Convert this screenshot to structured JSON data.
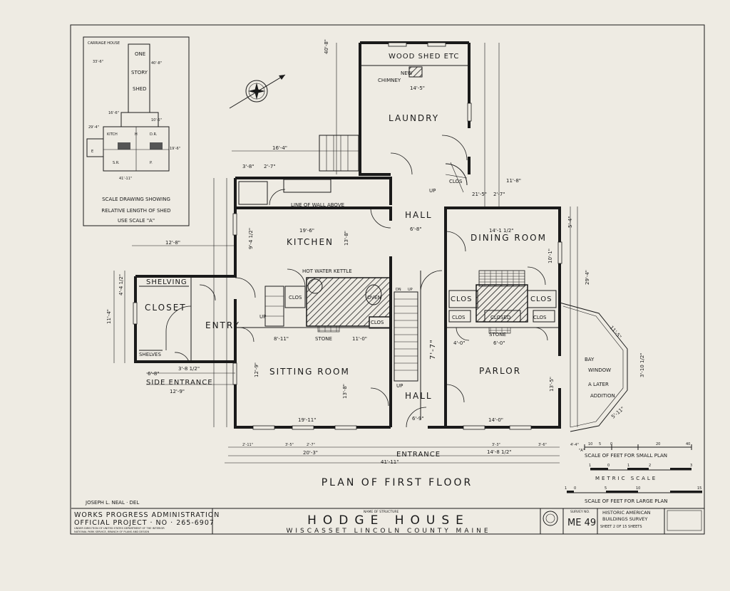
{
  "inset": {
    "labels": [
      "CARRIAGE HOUSE",
      "ONE",
      "STORY",
      "SHED",
      "KITCH",
      "H",
      "D.R.",
      "S.R.",
      "P.",
      "E"
    ],
    "dims": [
      "33'-6\"",
      "40'-8\"",
      "41'-11\"",
      "10'-5\"",
      "16'-6\"",
      "19'-6\"",
      "29'-4\""
    ],
    "caption": [
      "SCALE DRAWING SHOWING",
      "RELATIVE LENGTH OF SHED",
      "USE SCALE \"A\""
    ]
  },
  "rooms": {
    "wood_shed": "WOOD SHED ETC",
    "new_chimney_1": "NEW",
    "new_chimney_2": "CHIMNEY",
    "laundry": "LAUNDRY",
    "line_of_wall": "LINE OF WALL ABOVE",
    "hall_top": "HALL",
    "kitchen": "KITCHEN",
    "dining_room": "DINING ROOM",
    "hot_water": "HOT WATER KETTLE",
    "oven": "OVEN",
    "shelving": "SHELVING",
    "closet": "CLOSET",
    "entry": "ENTRY",
    "shelves": "SHELVES",
    "clos": "CLOS",
    "closed": "CLOSED",
    "stone": "STONE",
    "up": "UP",
    "dn": "DN",
    "sitting_room": "SITTING ROOM",
    "parlor": "PARLOR",
    "hall_bottom": "HALL",
    "side_entrance": "SIDE ENTRANCE",
    "entrance": "ENTRANCE",
    "bay_1": "BAY",
    "bay_2": "WINDOW",
    "bay_3": "A LATER",
    "bay_4": "ADDITION"
  },
  "dimensions": [
    "40'-8\"",
    "14'-5\"",
    "16'-4\"",
    "3'-8\"",
    "2'-7\"",
    "11'-8\"",
    "21'-5\"",
    "2'-7\"",
    "19'-6\"",
    "6'-8\"",
    "14'-1 1/2\"",
    "12'-8\"",
    "9'-4 1/2\"",
    "13'-8\"",
    "10'-1\"",
    "5'-4\"",
    "29'-4\"",
    "11'-4\"",
    "4'-4 1/2\"",
    "8'-11\"",
    "11'-0\"",
    "4'-0\"",
    "6'-0\"",
    "3'-8 1/2\"",
    "6'-8\"",
    "12'-9\"",
    "12'-9\"",
    "13'-8\"",
    "7'-7\"",
    "13'-5\"",
    "19'-11\"",
    "14'-0\"",
    "20'-3\"",
    "14'-8 1/2\"",
    "41'-11\"",
    "6'-9\"",
    "11'-5\"",
    "5'-11\"",
    "3'-10 1/2\"",
    "2'-11\"",
    "3'-5\"",
    "2'-7\"",
    "3'-3\"",
    "3'-6\"",
    "4'-4\""
  ],
  "compass": "north-arrow-compass",
  "plan_title": "PLAN OF FIRST FLOOR",
  "scales": {
    "small_label": "SCALE OF FEET FOR SMALL PLAN",
    "small_marks": [
      "\"A\"",
      "10",
      "5",
      "0",
      "20",
      "40"
    ],
    "metric_label": "METRIC SCALE",
    "metric_marks": [
      "1",
      "0",
      "1",
      "2",
      "3"
    ],
    "large_label": "SCALE OF FEET FOR LARGE PLAN",
    "large_marks": [
      "1",
      "0",
      "5",
      "10",
      "15"
    ]
  },
  "delineator": "JOSEPH L. NEAL · DEL",
  "title_block": {
    "wpa_line1": "WORKS PROGRESS ADMINISTRATION",
    "wpa_line2": "OFFICIAL PROJECT · NO · 265-6907",
    "wpa_line3": "UNDER DIRECTION OF UNITED STATES DEPARTMENT OF THE INTERIOR",
    "wpa_line4": "NATIONAL PARK SERVICE, BRANCH OF PLANS AND DESIGN",
    "name_of_structure_label": "NAME OF STRUCTURE",
    "name": "HODGE HOUSE",
    "location": "WISCASSET  LINCOLN COUNTY  MAINE",
    "survey_no_label": "SURVEY NO.",
    "survey_no": "ME 49",
    "habs_line1": "HISTORIC AMERICAN",
    "habs_line2": "BUILDINGS SURVEY",
    "sheet": "SHEET 2 OF 15 SHEETS"
  },
  "colors": {
    "paper": "#eeebe3",
    "ink": "#1a1a1a"
  }
}
